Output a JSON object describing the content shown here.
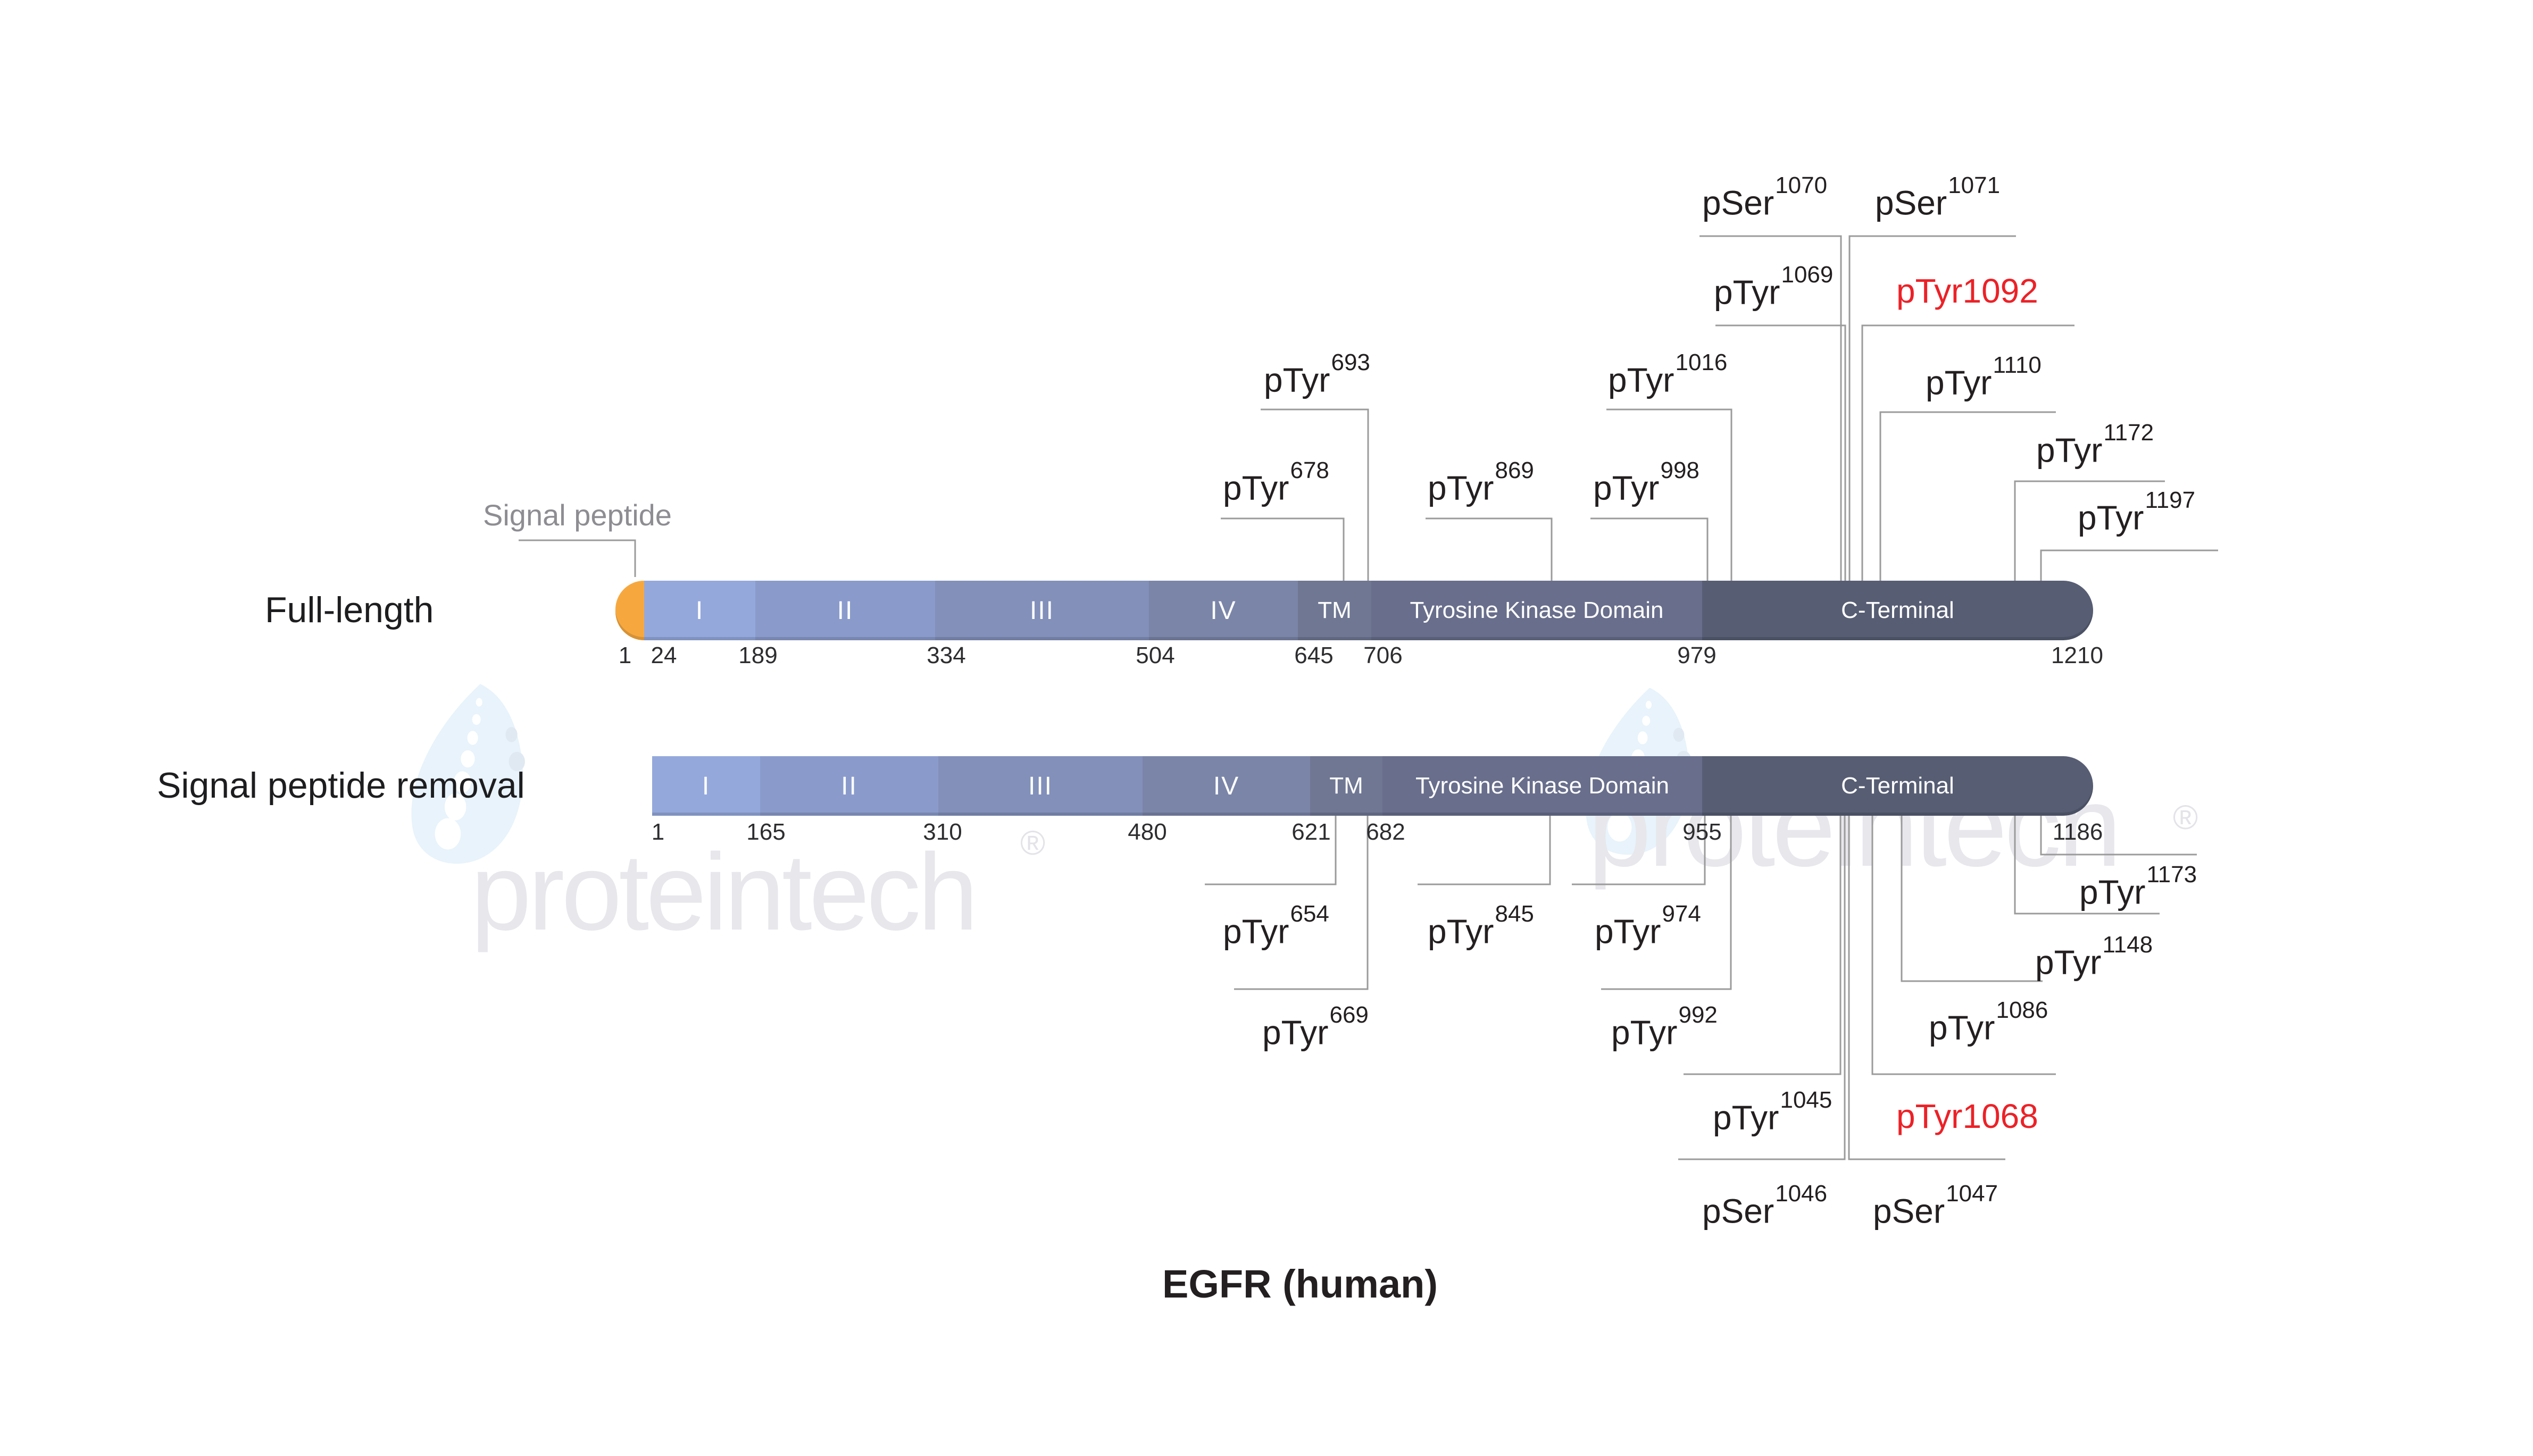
{
  "title": "EGFR (human)",
  "watermark": {
    "text": "proteintech",
    "registered": "®"
  },
  "colors": {
    "signal_peptide": "#F6A83F",
    "domain_I": "#94A8DB",
    "domain_II": "#8A9BCB",
    "domain_III": "#8290BA",
    "domain_IV": "#7A85A8",
    "tm": "#6F7793",
    "kinase": "#686E8B",
    "c_terminal": "#575D73",
    "highlight_red": "#EC2127",
    "line_gray": "#9B9B9B",
    "signal_label_gray": "#8D8D92"
  },
  "full_length": {
    "label": "Full-length",
    "signal_peptide_label": "Signal peptide",
    "domains": [
      {
        "label": "I"
      },
      {
        "label": "II"
      },
      {
        "label": "III"
      },
      {
        "label": "IV"
      },
      {
        "label": "TM"
      },
      {
        "label": "Tyrosine Kinase Domain"
      },
      {
        "label": "C-Terminal"
      }
    ],
    "ticks": [
      "1",
      "24",
      "189",
      "334",
      "504",
      "645",
      "706",
      "979",
      "1210"
    ]
  },
  "processed": {
    "label": "Signal peptide removal",
    "domains": [
      {
        "label": "I"
      },
      {
        "label": "II"
      },
      {
        "label": "III"
      },
      {
        "label": "IV"
      },
      {
        "label": "TM"
      },
      {
        "label": "Tyrosine Kinase Domain"
      },
      {
        "label": "C-Terminal"
      }
    ],
    "ticks": [
      "1",
      "165",
      "310",
      "480",
      "621",
      "682",
      "955",
      "1186"
    ]
  },
  "sites_top": [
    {
      "base": "pTyr",
      "sup": "678"
    },
    {
      "base": "pTyr",
      "sup": "693"
    },
    {
      "base": "pTyr",
      "sup": "869"
    },
    {
      "base": "pTyr",
      "sup": "998"
    },
    {
      "base": "pTyr",
      "sup": "1016"
    },
    {
      "base": "pTyr",
      "sup": "1069"
    },
    {
      "base": "pSer",
      "sup": "1070"
    },
    {
      "base": "pSer",
      "sup": "1071"
    },
    {
      "text": "pTyr1092",
      "highlighted": true
    },
    {
      "base": "pTyr",
      "sup": "1110"
    },
    {
      "base": "pTyr",
      "sup": "1172"
    },
    {
      "base": "pTyr",
      "sup": "1197"
    }
  ],
  "sites_bottom": [
    {
      "base": "pTyr",
      "sup": "654"
    },
    {
      "base": "pTyr",
      "sup": "669"
    },
    {
      "base": "pTyr",
      "sup": "845"
    },
    {
      "base": "pTyr",
      "sup": "974"
    },
    {
      "base": "pTyr",
      "sup": "992"
    },
    {
      "base": "pTyr",
      "sup": "1045"
    },
    {
      "base": "pSer",
      "sup": "1046"
    },
    {
      "base": "pSer",
      "sup": "1047"
    },
    {
      "text": "pTyr1068",
      "highlighted": true
    },
    {
      "base": "pTyr",
      "sup": "1086"
    },
    {
      "base": "pTyr",
      "sup": "1148"
    },
    {
      "base": "pTyr",
      "sup": "1173"
    }
  ]
}
